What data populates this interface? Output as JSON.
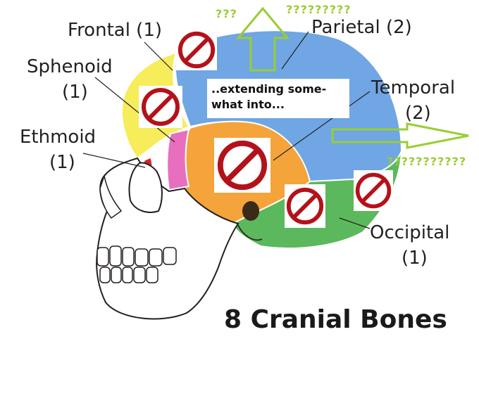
{
  "labels": {
    "frontal_name": "Frontal (1)",
    "parietal_name": "Parietal (2)",
    "sphenoid_name": "Sphenoid",
    "sphenoid_count": "(1)",
    "temporal_name": "Temporal",
    "temporal_count": "(2)",
    "ethmoid_name": "Ethmoid",
    "ethmoid_count": "(1)",
    "occipital_name": "Occipital",
    "occipital_count": "(1)"
  },
  "annotations": {
    "question_top_left": "???",
    "question_top_right": "?????????",
    "question_right": "???????????",
    "note_line1": "..extending some-",
    "note_line2": "what into..."
  },
  "title": "8 Cranial Bones",
  "colors": {
    "frontal": "#f7ec5a",
    "parietal": "#6fa6e3",
    "sphenoid": "#e86fbd",
    "temporal": "#f4a43a",
    "occipital": "#5cb85c",
    "ethmoid": "#d9232a",
    "arrow": "#9acd32",
    "no_symbol": "#b3121a"
  },
  "icons": [
    "no-symbol-icon",
    "up-arrow-icon",
    "right-arrow-icon"
  ]
}
